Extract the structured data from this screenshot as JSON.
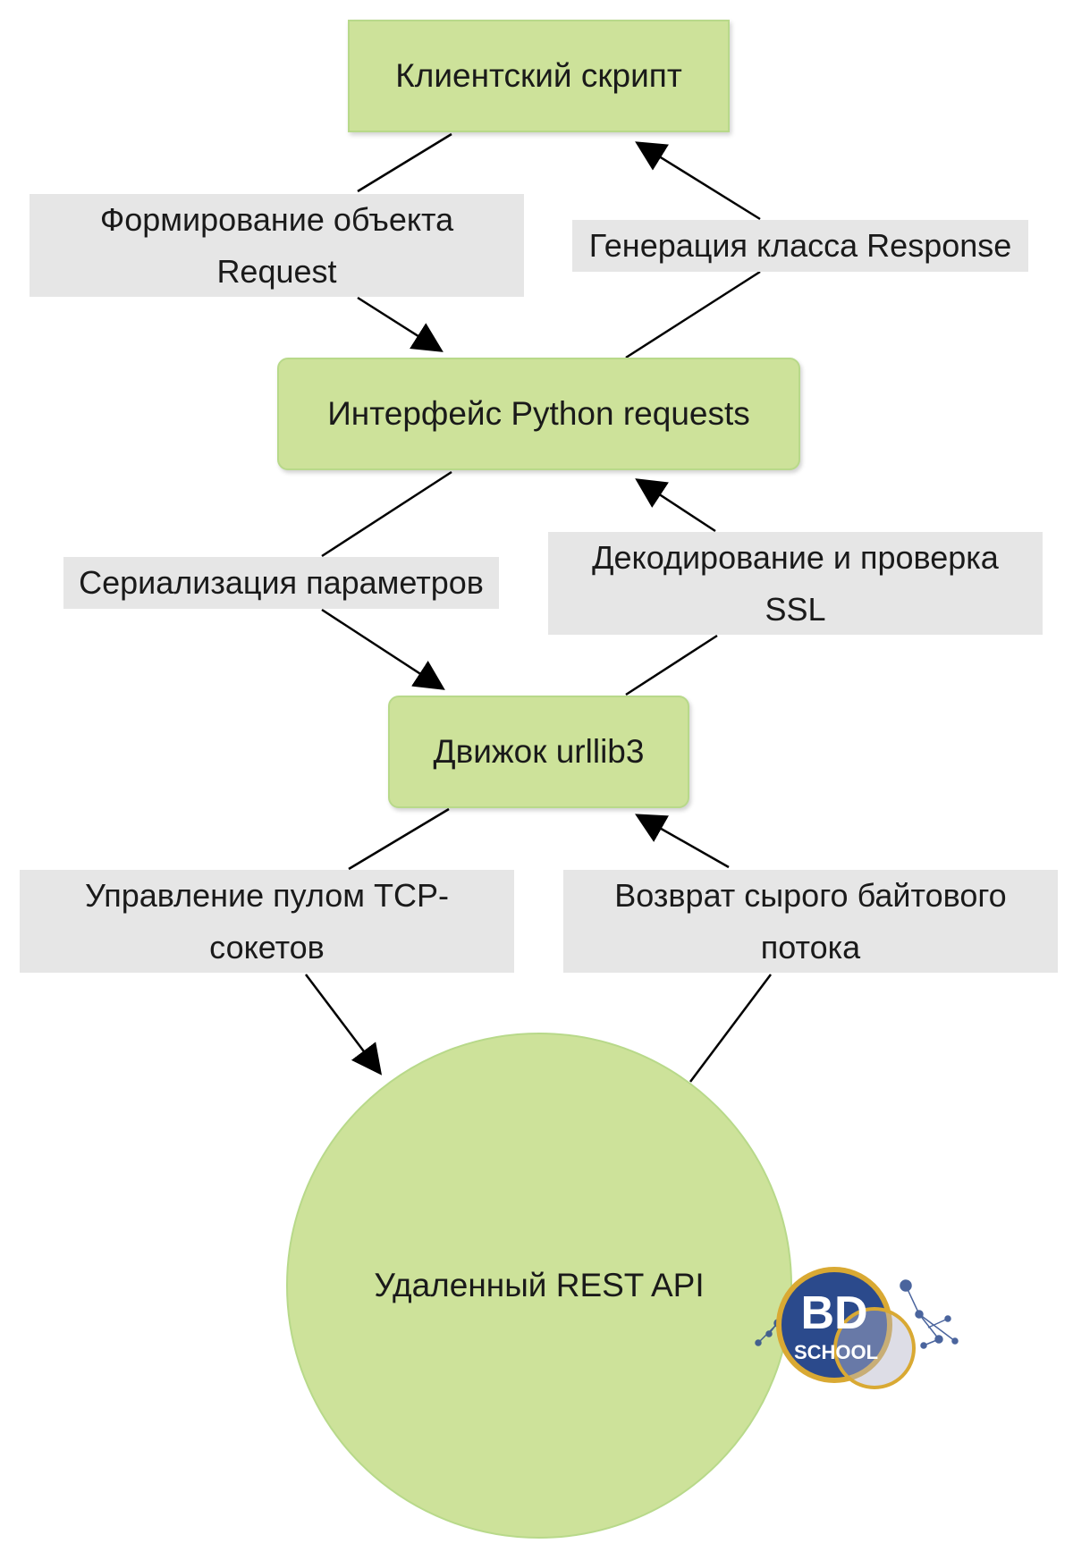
{
  "nodes": {
    "client_script": "Клиентский скрипт",
    "requests_interface": "Интерфейс Python requests",
    "urllib3_engine": "Движок urllib3",
    "remote_api": "Удаленный REST API"
  },
  "edges": {
    "build_request": "Формирование объекта\nRequest",
    "generate_response": "Генерация класса Response",
    "serialize_params": "Сериализация параметров",
    "decode_ssl": "Декодирование и проверка\nSSL",
    "tcp_pool": "Управление пулом TCP-\nсокетов",
    "raw_bytes": "Возврат сырого байтового\nпотока"
  },
  "logo": {
    "line1": "BD",
    "line2": "SCHOOL"
  },
  "colors": {
    "node_fill": "#cde29a",
    "node_border": "#b8d98a",
    "label_fill": "#e6e6e6",
    "edge": "#000000",
    "logo_blue": "#2b4a8c",
    "logo_gold": "#d9a933"
  }
}
